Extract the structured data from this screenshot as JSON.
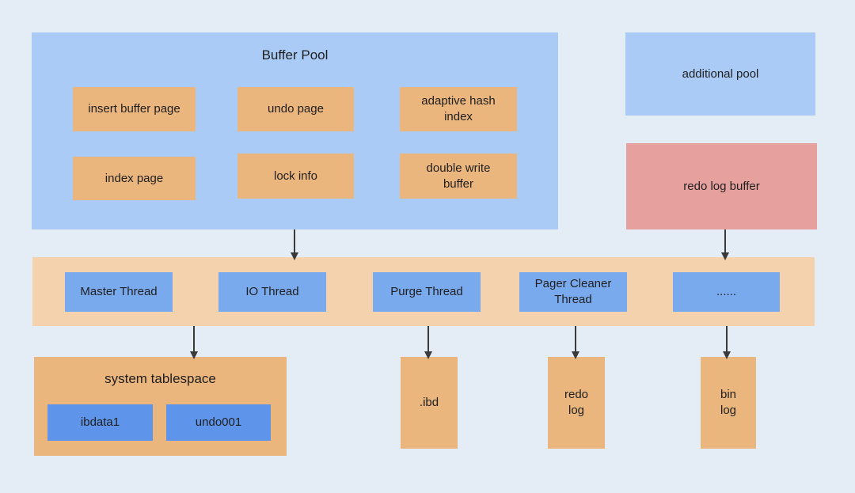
{
  "buffer_pool": {
    "title": "Buffer Pool",
    "pages": [
      "insert buffer page",
      "undo page",
      "adaptive hash\nindex",
      "index page",
      "lock info",
      "double write\nbuffer"
    ]
  },
  "additional_pool": "additional pool",
  "redo_log_buffer": "redo log buffer",
  "threads": [
    "Master Thread",
    "IO Thread",
    "Purge Thread",
    "Pager Cleaner\nThread",
    "......"
  ],
  "system_tablespace": {
    "title": "system tablespace",
    "files": [
      "ibdata1",
      "undo001"
    ]
  },
  "files": [
    ".ibd",
    "redo\nlog",
    "bin\nlog"
  ],
  "colors": {
    "background": "#e4ecf6",
    "memory_pool": "#a9cbf6",
    "page": "#ebb57e",
    "thread_band": "#f4d2ae",
    "redo_log_buffer": "#e6a19f",
    "thread": "#7aaaee",
    "tablespace_file": "#5e95ea",
    "arrow": "#3a3a3a"
  }
}
